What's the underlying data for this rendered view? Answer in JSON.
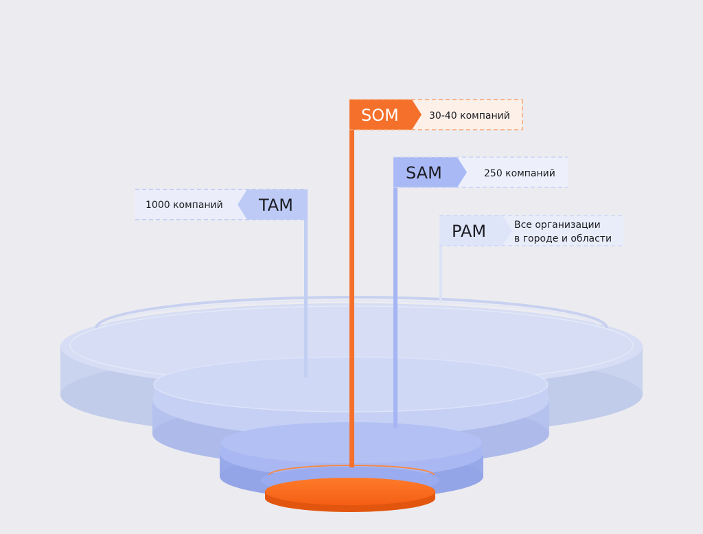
{
  "markets": {
    "pam": {
      "abbr": "PAM",
      "desc_line1": "Все организации",
      "desc_line2": "в городе и области"
    },
    "tam": {
      "abbr": "TAM",
      "desc": "1000 компаний"
    },
    "sam": {
      "abbr": "SAM",
      "desc": "250 компаний"
    },
    "som": {
      "abbr": "SOM",
      "desc": "30-40 компаний"
    }
  },
  "colors": {
    "background": "#ececf0",
    "pam_tier": "#d2daf2",
    "tam_tier": "#c2cdf4",
    "sam_tier": "#a3b4f4",
    "som_tier": "#f76e1c",
    "som_flag": "#f5702a",
    "som_label_bg": "#fdf0e8",
    "sam_flag": "#a9b9f5",
    "tam_flag": "#bcc9f5",
    "label_bg": "#e8ecfa",
    "text_dark": "#1c1c22"
  }
}
